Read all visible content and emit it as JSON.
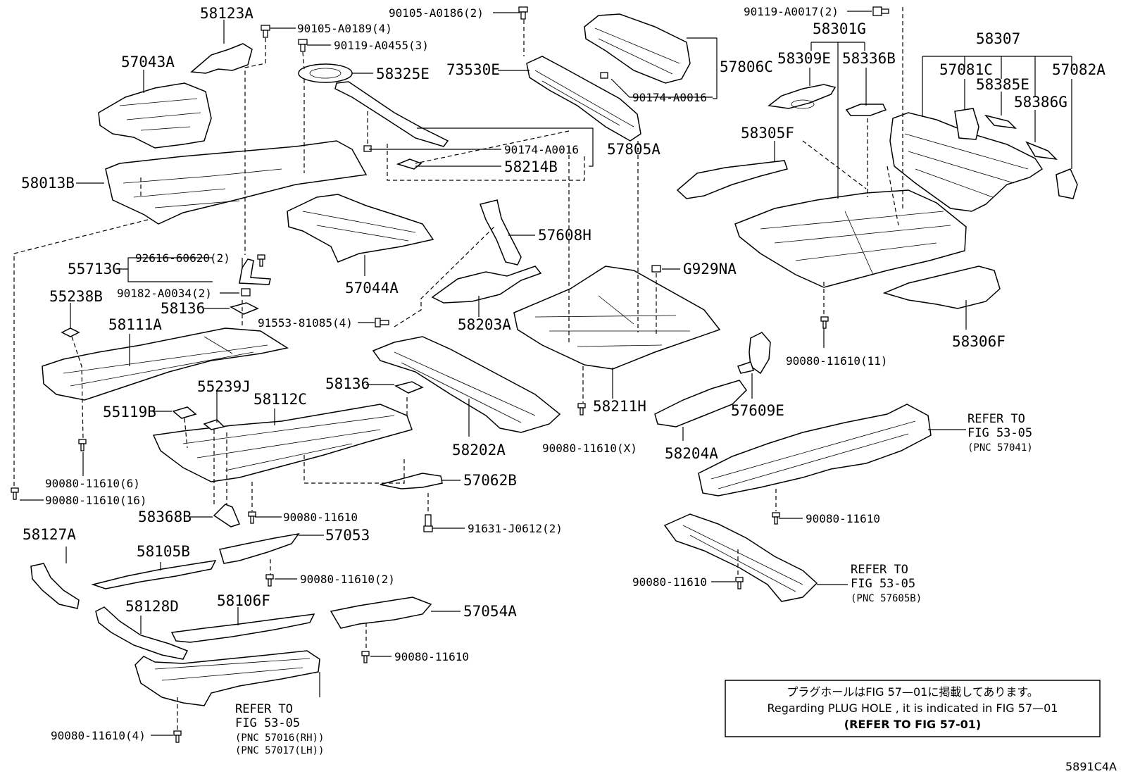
{
  "diagram_code": "5891C4A",
  "note": {
    "line1": "プラグホールはFIG 57—01に掲載してあります。",
    "line2": "Regarding  PLUG  HOLE , it is indicated in FIG  57—01",
    "line3": "(REFER TO FIG 57-01)"
  },
  "refs": {
    "left": {
      "l1": "REFER TO",
      "l2": "FIG 53-05",
      "l3": "(PNC 57016(RH))",
      "l4": "(PNC 57017(LH))"
    },
    "right_top": {
      "l1": "REFER TO",
      "l2": "FIG 53-05",
      "l3": "(PNC 57041)"
    },
    "right_bottom": {
      "l1": "REFER TO",
      "l2": "FIG 53-05",
      "l3": "(PNC 57605B)"
    }
  },
  "labels": {
    "p58123A": "58123A",
    "p90105_A0189": "90105-A0189(4)",
    "p90119_A0455": "90119-A0455(3)",
    "p57043A": "57043A",
    "p58325E": "58325E",
    "p90105_A0186": "90105-A0186(2)",
    "p73530E": "73530E",
    "p57806C": "57806C",
    "p90174_A0016_a": "90174-A0016",
    "p90119_A0017": "90119-A0017(2)",
    "p58301G": "58301G",
    "p58309E": "58309E",
    "p58336B": "58336B",
    "p58307": "58307",
    "p57081C": "57081C",
    "p57082A": "57082A",
    "p58385E": "58385E",
    "p58386G": "58386G",
    "p58013B": "58013B",
    "p90174_A0016_b": "90174-A0016",
    "p57805A": "57805A",
    "p58214B": "58214B",
    "p58305F": "58305F",
    "p57608H": "57608H",
    "p55713G": "55713G",
    "p92616_60620": "92616-60620(2)",
    "p57044A": "57044A",
    "p90182_A0034": "90182-A0034(2)",
    "p55238B": "55238B",
    "p58136_a": "58136",
    "p58111A": "58111A",
    "p91553_81085": "91553-81085(4)",
    "p58203A": "58203A",
    "pG929NA": "G929NA",
    "p58306F": "58306F",
    "p90080_11610_11": "90080-11610(11)",
    "p58136_b": "58136",
    "p55239J": "55239J",
    "p58112C": "58112C",
    "p55119B": "55119B",
    "p58211H": "58211H",
    "p57609E": "57609E",
    "p58202A": "58202A",
    "p90080_11610_X": "90080-11610(X)",
    "p58204A": "58204A",
    "p90080_11610_6": "90080-11610(6)",
    "p90080_11610_16": "90080-11610(16)",
    "p57062B": "57062B",
    "p58368B": "58368B",
    "p90080_11610_a": "90080-11610",
    "p91631_J0612": "91631-J0612(2)",
    "p90080_11610_b": "90080-11610",
    "p58127A": "58127A",
    "p57053": "57053",
    "p58105B": "58105B",
    "p90080_11610_2": "90080-11610(2)",
    "p90080_11610_c": "90080-11610",
    "p58128D": "58128D",
    "p58106F": "58106F",
    "p57054A": "57054A",
    "p90080_11610_d": "90080-11610",
    "p90080_11610_4": "90080-11610(4)"
  }
}
